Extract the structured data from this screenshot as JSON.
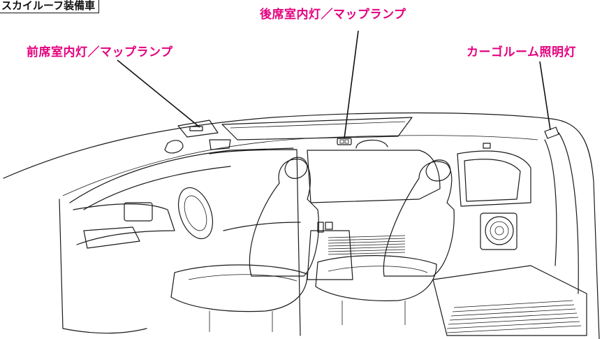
{
  "header_tag": "スカイルーフ装備車",
  "labels": {
    "front": "前席室内灯／マップランプ",
    "rear": "後席室内灯／マップランプ",
    "cargo": "カーゴルーム照明灯"
  },
  "colors": {
    "label": "#e4007f",
    "line": "#1a1a1a"
  }
}
